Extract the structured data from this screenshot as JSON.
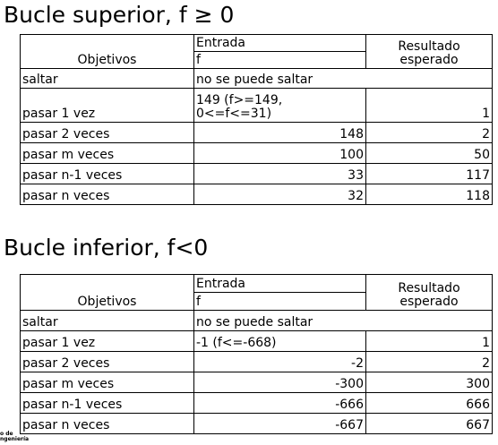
{
  "sections": [
    {
      "title": "Bucle superior, f ≥ 0",
      "headers": {
        "objetivos": "Objetivos",
        "entrada": "Entrada",
        "variable": "f",
        "resultado_1": "Resultado",
        "resultado_2": "esperado"
      },
      "rows": [
        {
          "objetivo": "saltar",
          "entrada": "no se puede saltar",
          "resultado": ""
        },
        {
          "objetivo": "pasar 1 vez",
          "entrada_1": "149 (f>=149,",
          "entrada_2": "0<=f<=31)",
          "resultado": "1"
        },
        {
          "objetivo": "pasar 2 veces",
          "entrada": "148",
          "resultado": "2"
        },
        {
          "objetivo": "pasar m veces",
          "entrada": "100",
          "resultado": "50"
        },
        {
          "objetivo": "pasar n-1 veces",
          "entrada": "33",
          "resultado": "117"
        },
        {
          "objetivo": "pasar n veces",
          "entrada": "32",
          "resultado": "118"
        }
      ]
    },
    {
      "title": "Bucle inferior, f<0",
      "headers": {
        "objetivos": "Objetivos",
        "entrada": "Entrada",
        "variable": "f",
        "resultado_1": "Resultado",
        "resultado_2": "esperado"
      },
      "rows": [
        {
          "objetivo": "saltar",
          "entrada": "no se puede saltar",
          "resultado": ""
        },
        {
          "objetivo": "pasar 1 vez",
          "entrada": "-1 (f<=-668)",
          "resultado": "1"
        },
        {
          "objetivo": "pasar 2 veces",
          "entrada": "-2",
          "resultado": "2"
        },
        {
          "objetivo": "pasar m veces",
          "entrada": "-300",
          "resultado": "300"
        },
        {
          "objetivo": "pasar n-1 veces",
          "entrada": "-666",
          "resultado": "666"
        },
        {
          "objetivo": "pasar n veces",
          "entrada": "-667",
          "resultado": "667"
        }
      ]
    }
  ],
  "logo": {
    "line1": "o de",
    "line2": "ngeniería"
  }
}
